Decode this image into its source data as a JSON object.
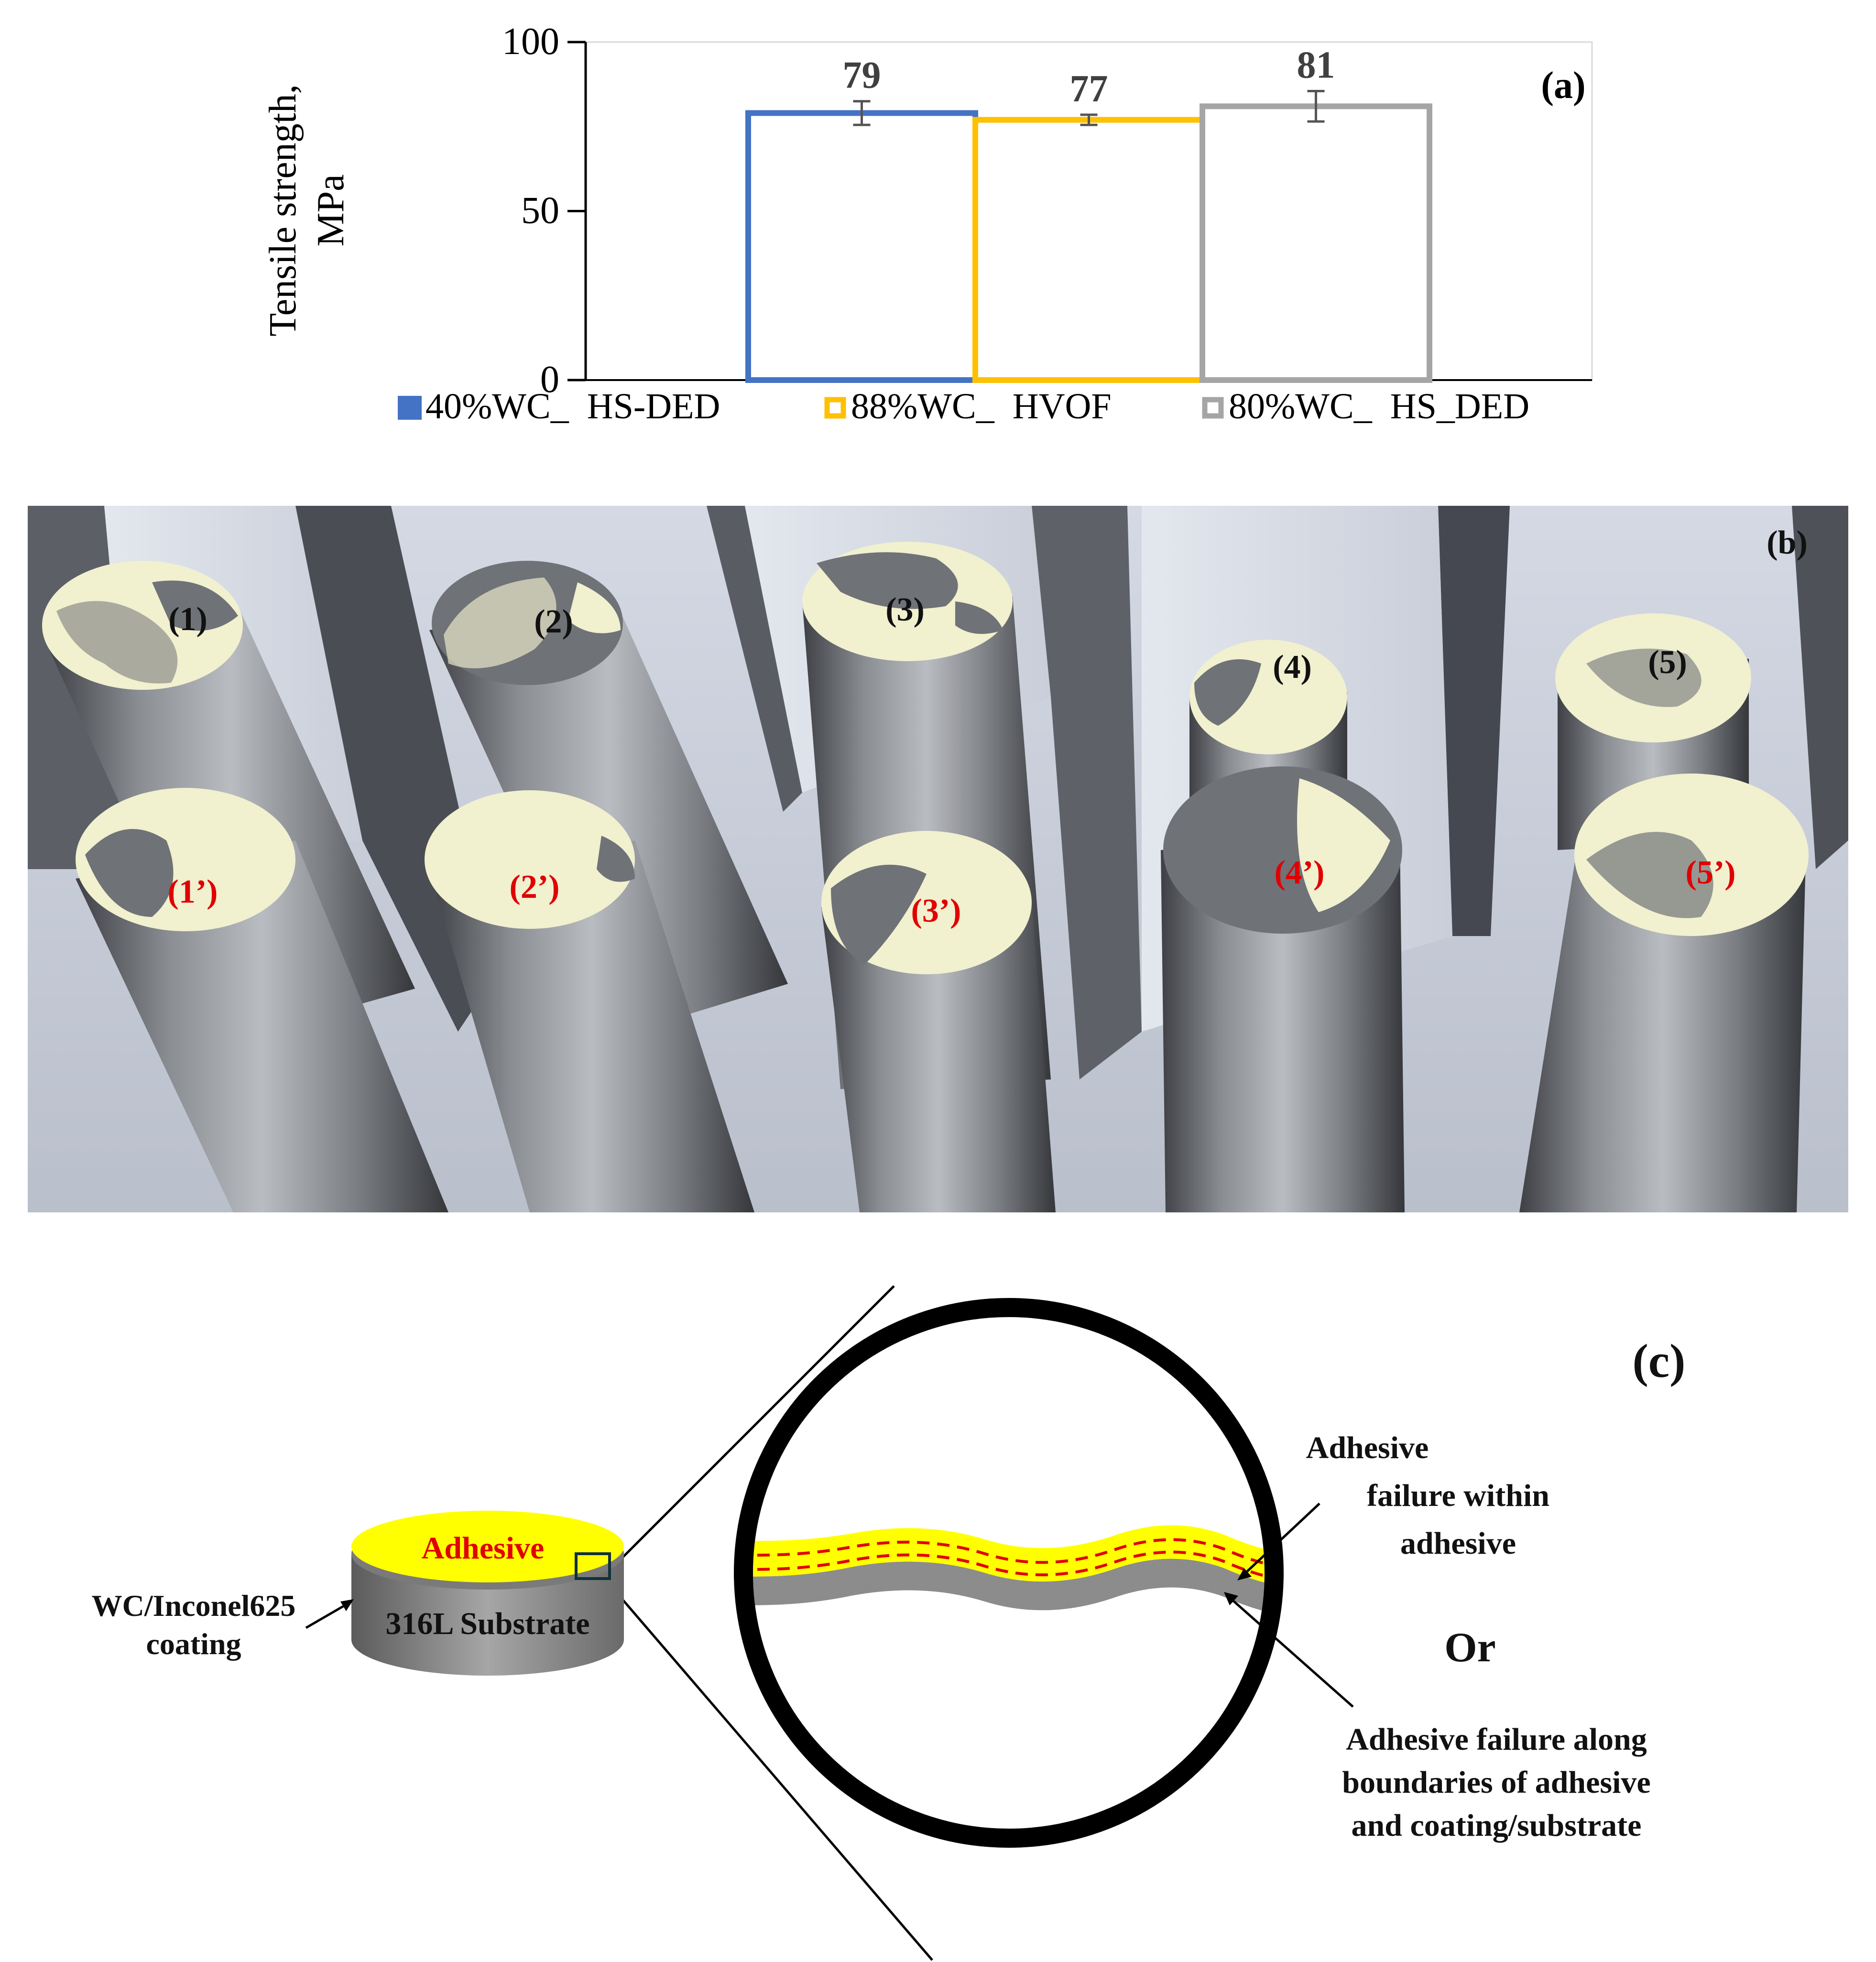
{
  "chart_data": {
    "type": "bar",
    "panel_label": "(a)",
    "ylabel_line1": "Tensile strength,",
    "ylabel_line2": "MPa",
    "ylim": [
      0,
      100
    ],
    "yticks": [
      0,
      50,
      100
    ],
    "grid": false,
    "legend_position": "bottom",
    "series": [
      {
        "name": "40%WC_  HS-DED",
        "value": 79,
        "error": 3.5,
        "color": "#4472C4"
      },
      {
        "name": "88%WC_  HVOF",
        "value": 77,
        "error": 1.5,
        "color": "#FFC000"
      },
      {
        "name": "80%WC_  HS_DED",
        "value": 81,
        "error": 4.5,
        "color": "#A5A5A5"
      }
    ]
  },
  "photo": {
    "panel_label": "(b)",
    "samples_top": [
      "(1)",
      "(2)",
      "(3)",
      "(4)",
      "(5)"
    ],
    "samples_bottom": [
      "(1’)",
      "(2’)",
      "(3’)",
      "(4’)",
      "(5’)"
    ],
    "colors": {
      "top_label": "#111111",
      "bottom_label": "#e00000",
      "adhesive": "#f1f0cf",
      "coating": "#6f7277"
    }
  },
  "schematic": {
    "panel_label": "(c)",
    "disk_top_label": "Adhesive",
    "disk_side_label": "316L Substrate",
    "coating_label_line1": "WC/Inconel625",
    "coating_label_line2": "coating",
    "failure1_line1": "Adhesive",
    "failure1_line2": "failure within",
    "failure1_line3": "adhesive",
    "or_label": "Or",
    "failure2_line1": "Adhesive failure along",
    "failure2_line2": "boundaries of adhesive",
    "failure2_line3": "and coating/substrate",
    "colors": {
      "adhesive": "#ffff00",
      "substrate": "#8c8c8c",
      "dash": "#e00000",
      "label_red": "#e00000"
    }
  }
}
